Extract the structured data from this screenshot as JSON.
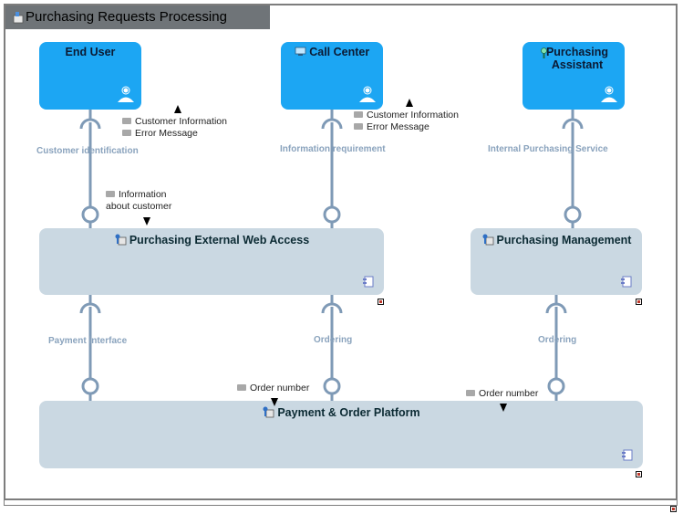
{
  "diagram": {
    "title": "Purchasing Requests Processing",
    "actors": [
      {
        "id": "end-user",
        "label": "End User"
      },
      {
        "id": "call-center",
        "label": "Call Center"
      },
      {
        "id": "purchasing-assistant",
        "label": "Purchasing Assistant"
      }
    ],
    "components": [
      {
        "id": "external-web-access",
        "label": "Purchasing External Web Access"
      },
      {
        "id": "purchasing-management",
        "label": "Purchasing Management"
      },
      {
        "id": "payment-order-platform",
        "label": "Payment & Order Platform"
      }
    ],
    "interfaces": [
      {
        "id": "customer-identification",
        "label": "Customer identification"
      },
      {
        "id": "information-requirement",
        "label": "Information requirement"
      },
      {
        "id": "internal-purchasing-service",
        "label": "Internal Purchasing Service"
      },
      {
        "id": "payment-interface",
        "label": "Payment interface"
      },
      {
        "id": "ordering-1",
        "label": "Ordering"
      },
      {
        "id": "ordering-2",
        "label": "Ordering"
      }
    ],
    "messages": {
      "m1_line1": "Customer Information",
      "m1_line2": "Error Message",
      "m2_line1": "Customer Information",
      "m2_line2": "Error Message",
      "m3_line1": "Information",
      "m3_line2": "about customer",
      "m4": "Order number",
      "m5": "Order number"
    },
    "colors": {
      "actor": "#1ca6f3",
      "component": "#cad8e2",
      "connector": "#7f9ab6",
      "title_bar": "#6f7478"
    }
  }
}
